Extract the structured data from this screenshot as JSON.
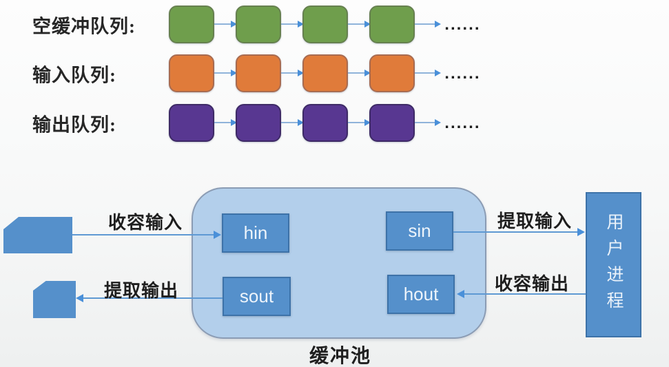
{
  "queues": {
    "rows": [
      {
        "label": "空缓冲队列:",
        "box_color": "#6f9e4c",
        "box_border": "#66804f",
        "ellipsis": "......"
      },
      {
        "label": "输入队列:",
        "box_color": "#e07b3a",
        "box_border": "#a86b50",
        "ellipsis": "......"
      },
      {
        "label": "输出队列:",
        "box_color": "#583791",
        "box_border": "#3e2a66",
        "ellipsis": "......"
      }
    ],
    "boxes_per_row": 4
  },
  "pool": {
    "label": "缓冲池",
    "fill": "#b3cfeb",
    "border": "#8b9cb4",
    "slots": [
      {
        "label": "hin"
      },
      {
        "label": "sin"
      },
      {
        "label": "sout"
      },
      {
        "label": "hout"
      }
    ]
  },
  "user_process": {
    "label": "用户进程"
  },
  "arrows": {
    "receive_input": {
      "label": "收容输入"
    },
    "extract_output": {
      "label": "提取输出"
    },
    "extract_input": {
      "label": "提取输入"
    },
    "receive_output": {
      "label": "收容输出"
    }
  },
  "colors": {
    "node_blue": "#5590cb",
    "arrow_head": "#4a90d9",
    "arrow_line": "#5e99d3",
    "connector_line": "#8fb3da"
  }
}
